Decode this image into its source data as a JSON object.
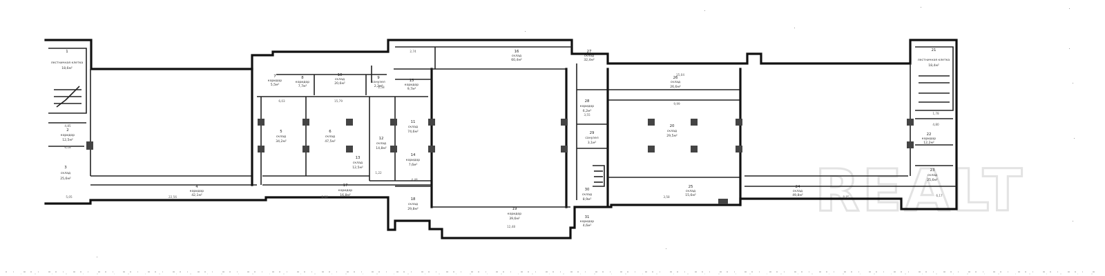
{
  "watermark": {
    "text": "REALT"
  },
  "rooms": [
    {
      "id": "r1",
      "num": "1",
      "name": "лестничная клетка",
      "area": "18,6м²"
    },
    {
      "id": "r2",
      "num": "2",
      "name": "коридор",
      "area": "12,5м²"
    },
    {
      "id": "r3",
      "num": "3",
      "name": "склад",
      "area": "25,6м²"
    },
    {
      "id": "r4",
      "num": "4",
      "name": "коридор",
      "area": "42,1м²"
    },
    {
      "id": "r5",
      "num": "5",
      "name": "склад",
      "area": "34,2м²"
    },
    {
      "id": "r6",
      "num": "6",
      "name": "склад",
      "area": "47,5м²"
    },
    {
      "id": "r7",
      "num": "7",
      "name": "коридор",
      "area": "5,5м²"
    },
    {
      "id": "r8",
      "num": "8",
      "name": "коридор",
      "area": "7,7м²"
    },
    {
      "id": "r9",
      "num": "9",
      "name": "санузел",
      "area": "2,2м²"
    },
    {
      "id": "r10",
      "num": "10",
      "name": "склад",
      "area": "20,6м²"
    },
    {
      "id": "r11",
      "num": "11",
      "name": "склад",
      "area": "74,6м²"
    },
    {
      "id": "r12",
      "num": "12",
      "name": "склад",
      "area": "14,8м²"
    },
    {
      "id": "r13",
      "num": "13",
      "name": "склад",
      "area": "12,5м²"
    },
    {
      "id": "r14",
      "num": "14",
      "name": "коридор",
      "area": "7,6м²"
    },
    {
      "id": "r15",
      "num": "15",
      "name": "коридор",
      "area": "9,7м²"
    },
    {
      "id": "r16",
      "num": "16",
      "name": "склад",
      "area": "60,4м²"
    },
    {
      "id": "r17",
      "num": "17",
      "name": "коридор",
      "area": "16,8м²"
    },
    {
      "id": "r18",
      "num": "18",
      "name": "склад",
      "area": "29,8м²"
    },
    {
      "id": "r19",
      "num": "19",
      "name": "коридор",
      "area": "39,6м²"
    },
    {
      "id": "r20",
      "num": "20",
      "name": "склад",
      "area": "29,5м²"
    },
    {
      "id": "r21",
      "num": "21",
      "name": "лестничная клетка",
      "area": "18,4м²"
    },
    {
      "id": "r22",
      "num": "22",
      "name": "коридор",
      "area": "12,2м²"
    },
    {
      "id": "r23",
      "num": "23",
      "name": "склад",
      "area": "25,6м²"
    },
    {
      "id": "r24",
      "num": "24",
      "name": "склад",
      "area": "49,8м²"
    },
    {
      "id": "r25",
      "num": "25",
      "name": "склад",
      "area": "15,6м²"
    },
    {
      "id": "r26",
      "num": "26",
      "name": "склад",
      "area": "26,6м²"
    },
    {
      "id": "r27",
      "num": "27",
      "name": "склад",
      "area": "32,4м²"
    },
    {
      "id": "r28",
      "num": "28",
      "name": "коридор",
      "area": "6,2м²"
    },
    {
      "id": "r29",
      "num": "29",
      "name": "санузел",
      "area": "3,1м²"
    },
    {
      "id": "r30",
      "num": "30",
      "name": "склад",
      "area": "8,9м²"
    },
    {
      "id": "r31",
      "num": "31",
      "name": "коридор",
      "area": "4,6м²"
    }
  ],
  "dimensions": {
    "d1": "4,85",
    "d2": "6,18",
    "d3": "5,05",
    "d4": "22,56",
    "d5": "8,86",
    "d6": "15,79",
    "d7": "6,03",
    "d8": "12,48",
    "d9": "4,48",
    "d10": "9,99",
    "d11": "15,04",
    "d12": "8,85",
    "d13": "4,80",
    "d14": "6,17",
    "d15": "2,74",
    "d16": "2,58",
    "d17": "1,22",
    "d18": "3,55",
    "d19": "1,78",
    "d20": "3,58"
  }
}
